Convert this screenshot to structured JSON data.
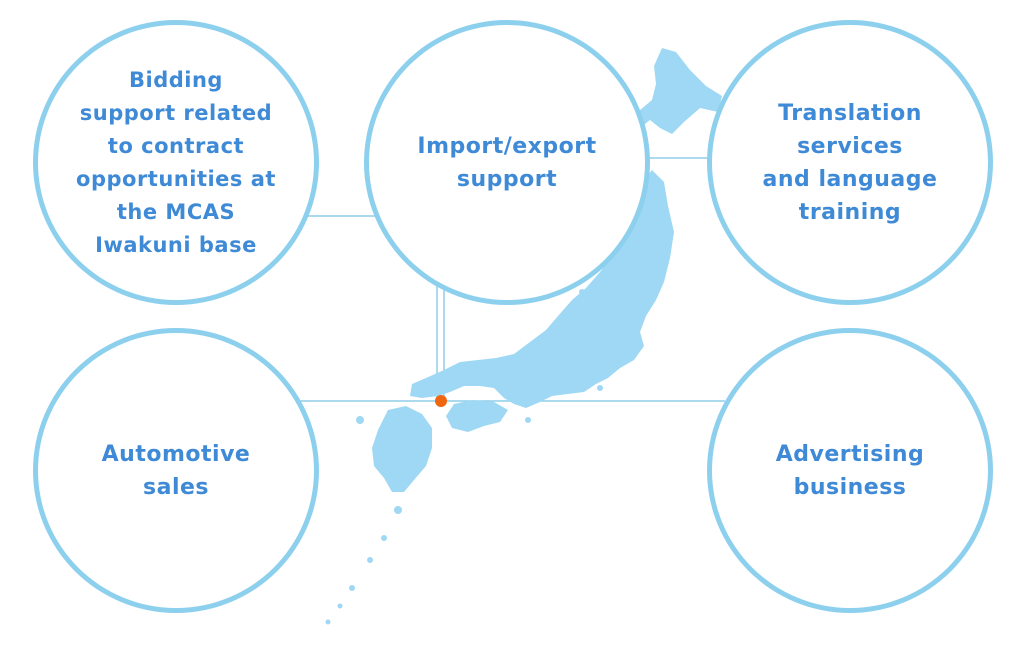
{
  "colors": {
    "circle_border": "#8dd0ee",
    "text": "#3f8ad6",
    "map_fill": "#9fd8f4",
    "line": "#8fcde9",
    "marker": "#f0650f"
  },
  "map": {
    "label": "",
    "marker_icon": "location-dot"
  },
  "services": {
    "bidding": "Bidding\nsupport related\nto contract\nopportunities at\nthe MCAS\nIwakuni base",
    "import_export": "Import/export\nsupport",
    "translation": "Translation\nservices\nand language\ntraining",
    "automotive": "Automotive\nsales",
    "advertising": "Advertising\nbusiness"
  }
}
